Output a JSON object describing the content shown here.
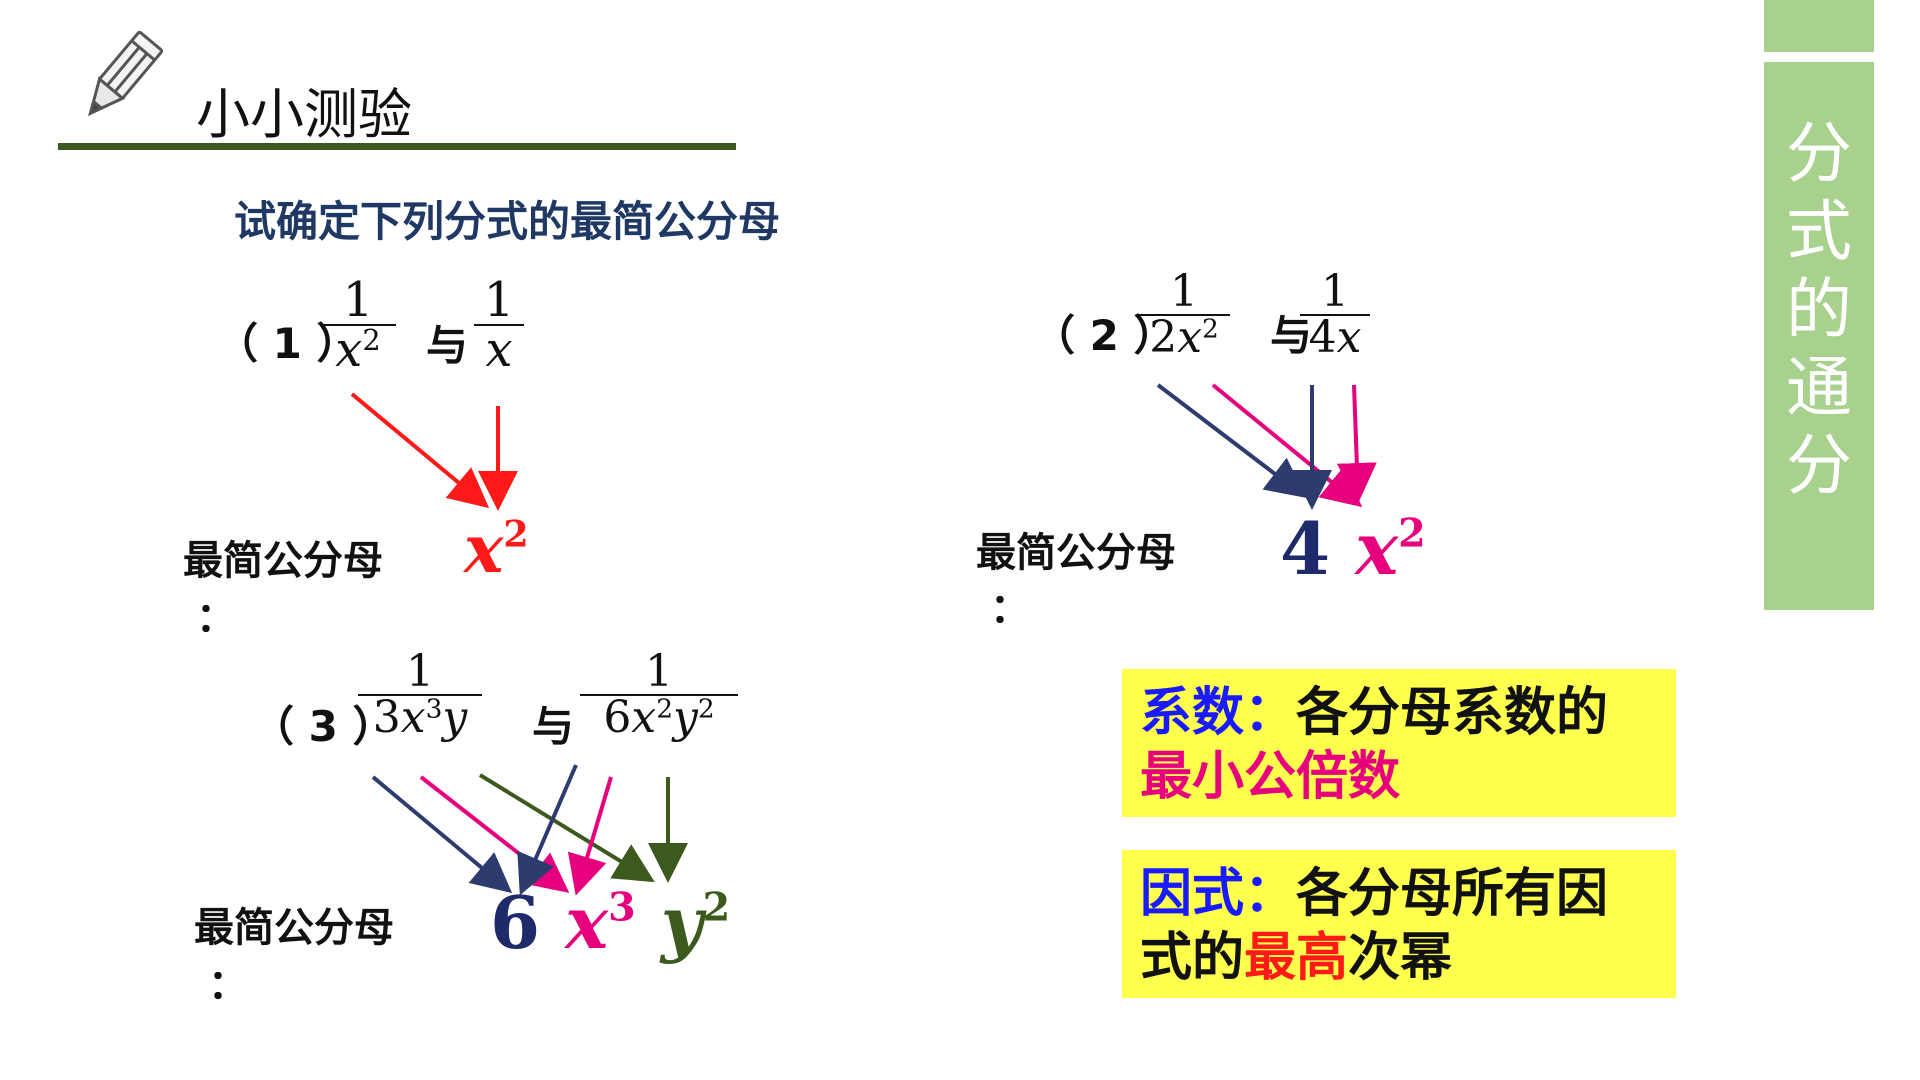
{
  "header": {
    "title": "小小测验"
  },
  "side_tab": {
    "chars": [
      "分",
      "式",
      "的",
      "通",
      "分"
    ]
  },
  "instruction": "试确定下列分式的最简公分母",
  "colors": {
    "accent_green": "#3d5a1e",
    "panel_green": "#a9d18e",
    "red": "#ff1a1a",
    "pink": "#e6007e",
    "navy": "#1f2a6b",
    "olive": "#3d5a1e",
    "box_yellow": "#ffff4d"
  },
  "problems": [
    {
      "label": "（ 1 ）",
      "connector": "与",
      "frac_a": {
        "num": "1",
        "den_x": "x",
        "den_exp": "2"
      },
      "frac_b": {
        "num": "1",
        "den_x": "x"
      },
      "answer_label": "最简公分母",
      "colon": "：",
      "answer": {
        "var": "x",
        "exp": "2"
      }
    },
    {
      "label": "（ 2 ）",
      "connector": "与",
      "frac_a": {
        "num": "1",
        "den_coef": "2",
        "den_x": "x",
        "den_exp": "2"
      },
      "frac_b": {
        "num": "1",
        "den_coef": "4",
        "den_x": "x"
      },
      "answer_label": "最简公分母",
      "colon": "：",
      "answer": {
        "coef": "4",
        "var": "x",
        "exp": "2"
      }
    },
    {
      "label": "（ 3 ）",
      "connector": "与",
      "frac_a": {
        "num": "1",
        "den_coef": "3",
        "den_x": "x",
        "den_x_exp": "3",
        "den_y": "y"
      },
      "frac_b": {
        "num": "1",
        "den_coef": "6",
        "den_x": "x",
        "den_x_exp": "2",
        "den_y": "y",
        "den_y_exp": "2"
      },
      "answer_label": "最简公分母",
      "colon": "：",
      "answer": {
        "coef": "6",
        "var_x": "x",
        "x_exp": "3",
        "var_y": "y",
        "y_exp": "2"
      }
    }
  ],
  "tips": [
    {
      "key": "系数：",
      "text": "各分母系数的",
      "highlight": "最小公倍数"
    },
    {
      "key": "因式：",
      "text": "各分母所有因",
      "text2": "式的",
      "highlight": "最高",
      "text3": "次幂"
    }
  ]
}
